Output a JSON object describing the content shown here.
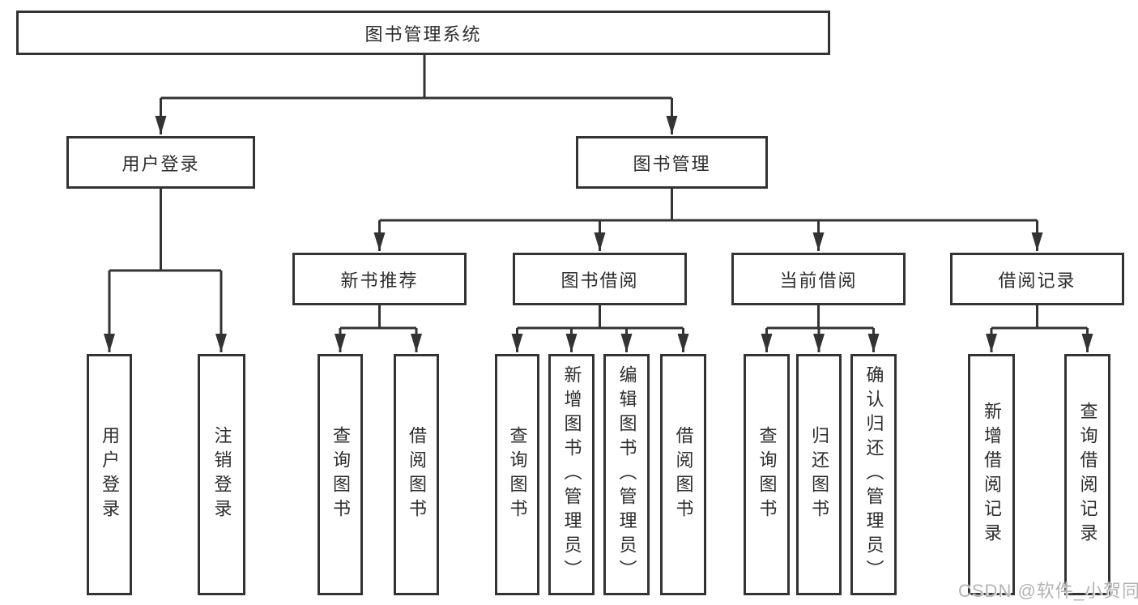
{
  "colors": {
    "line": "#333333",
    "text": "#2d2d2d",
    "background": "#ffffff",
    "watermark": "#b3b3b3"
  },
  "watermark": {
    "text": "CSDN @软件_小贺同学"
  },
  "diagram": {
    "type": "hierarchy-tree",
    "root": {
      "label": "图书管理系统"
    },
    "level2": [
      {
        "label": "用户登录",
        "parent": "图书管理系统"
      },
      {
        "label": "图书管理",
        "parent": "图书管理系统"
      }
    ],
    "level3": [
      {
        "label": "新书推荐",
        "parent": "图书管理"
      },
      {
        "label": "图书借阅",
        "parent": "图书管理"
      },
      {
        "label": "当前借阅",
        "parent": "图书管理"
      },
      {
        "label": "借阅记录",
        "parent": "图书管理"
      }
    ],
    "leaves": [
      {
        "label": "用户登录",
        "parent": "用户登录"
      },
      {
        "label": "注销登录",
        "parent": "用户登录"
      },
      {
        "label": "查询图书",
        "parent": "新书推荐"
      },
      {
        "label": "借阅图书",
        "parent": "新书推荐"
      },
      {
        "label": "查询图书",
        "parent": "图书借阅"
      },
      {
        "label": "新增图书（管理员）",
        "parent": "图书借阅"
      },
      {
        "label": "编辑图书（管理员）",
        "parent": "图书借阅"
      },
      {
        "label": "借阅图书",
        "parent": "图书借阅"
      },
      {
        "label": "查询图书",
        "parent": "当前借阅"
      },
      {
        "label": "归还图书",
        "parent": "当前借阅"
      },
      {
        "label": "确认归还（管理员）",
        "parent": "当前借阅"
      },
      {
        "label": "新增借阅记录",
        "parent": "借阅记录"
      },
      {
        "label": "查询借阅记录",
        "parent": "借阅记录"
      }
    ]
  }
}
